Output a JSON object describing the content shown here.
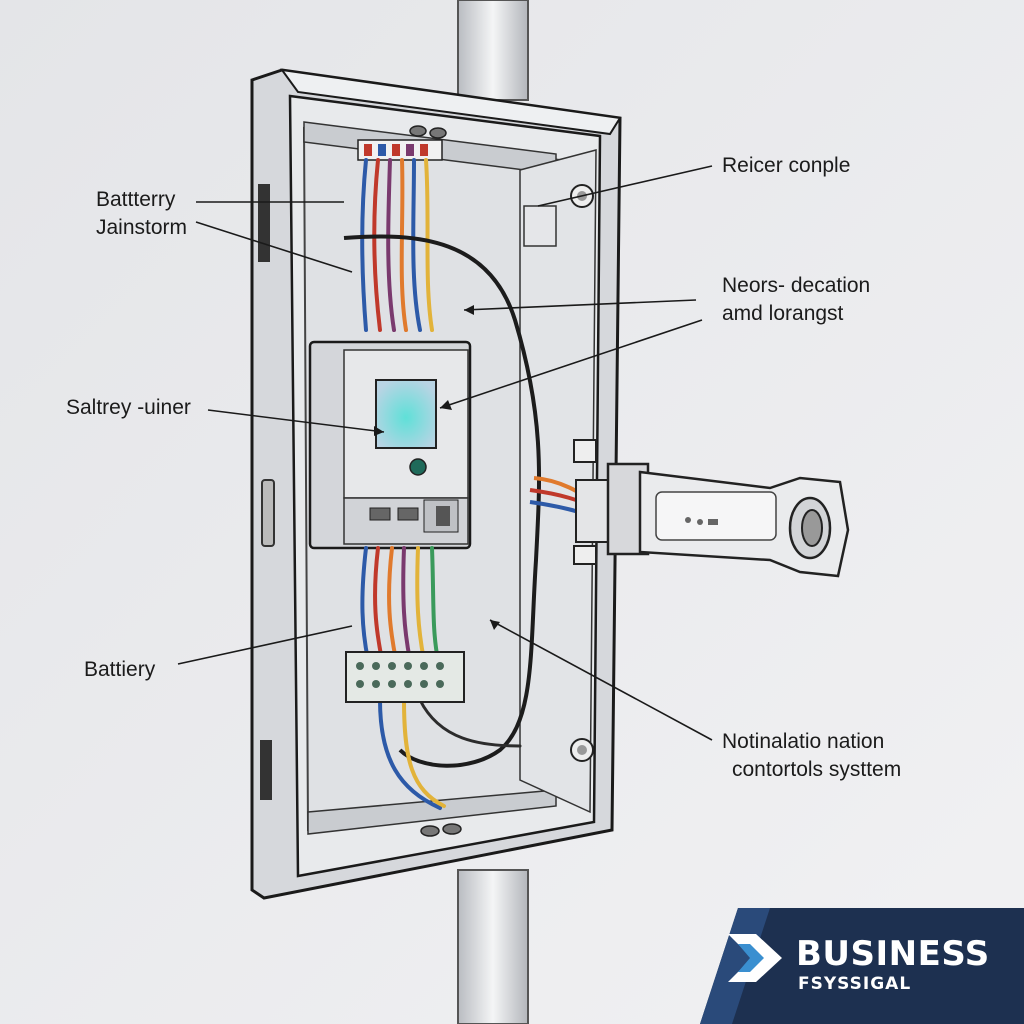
{
  "labels": {
    "battery_top": [
      "Battterry",
      "Jainstorm"
    ],
    "receiver": [
      "Reicer conple"
    ],
    "neors": [
      "Neors- decation",
      "amd lorangst"
    ],
    "safety": [
      "Saltrey -uiner"
    ],
    "battery_bottom": [
      "Battiery"
    ],
    "notional": [
      "Notinalatio nation",
      "contortols systtem"
    ]
  },
  "brand": {
    "title": "BUSINESS",
    "subtitle": "FSYSSIGAL",
    "colors": {
      "dark": "#1d3050",
      "accent": "#3a8fd0"
    }
  },
  "colors": {
    "wall": "#e9eaec",
    "enclosure": "#d9dbdf",
    "screen": "#7fd3d0",
    "wires": [
      "#2d5aa8",
      "#c0392b",
      "#e07a2d",
      "#7a3a6e",
      "#e2b33a",
      "#3a9a5b",
      "#6a4a8a",
      "#2c2c2c"
    ]
  }
}
